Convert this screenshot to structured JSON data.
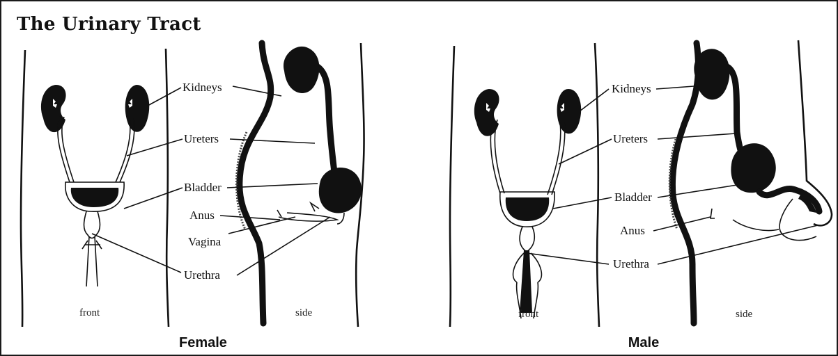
{
  "title": "The Urinary Tract",
  "female": {
    "caption": "Female",
    "front_label": "front",
    "side_label": "side",
    "labels": {
      "kidneys": "Kidneys",
      "ureters": "Ureters",
      "bladder": "Bladder",
      "anus": "Anus",
      "vagina": "Vagina",
      "urethra": "Urethra"
    }
  },
  "male": {
    "caption": "Male",
    "front_label": "front",
    "side_label": "side",
    "labels": {
      "kidneys": "Kidneys",
      "ureters": "Ureters",
      "bladder": "Bladder",
      "anus": "Anus",
      "urethra": "Urethra"
    }
  }
}
